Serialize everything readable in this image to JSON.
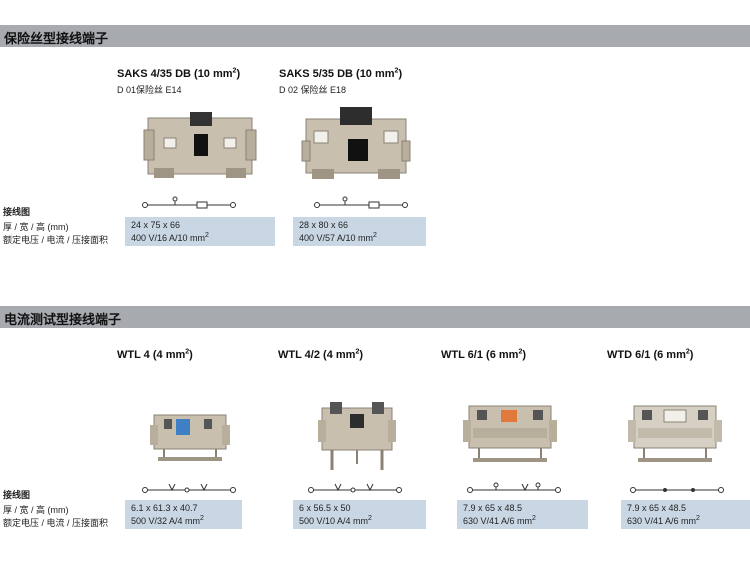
{
  "section1": {
    "title": "保险丝型接线端子",
    "products": [
      {
        "name": "SAKS 4/35 DB (10 mm",
        "sup": "2",
        "name_end": ")",
        "sub": "D 01保险丝 E14",
        "dims": "24 x 75 x 66",
        "rating": "400 V/16 A/10 mm",
        "rating_sup": "2"
      },
      {
        "name": "SAKS 5/35 DB (10 mm",
        "sup": "2",
        "name_end": ")",
        "sub": "D 02 保险丝 E18",
        "dims": "28 x 80 x 66",
        "rating": "400 V/57 A/10 mm",
        "rating_sup": "2"
      }
    ]
  },
  "section2": {
    "title": "电流测试型接线端子",
    "products": [
      {
        "name": "WTL 4 (4 mm",
        "sup": "2",
        "name_end": ")",
        "dims": "6.1 x 61.3 x 40.7",
        "rating": "500 V/32 A/4 mm",
        "rating_sup": "2"
      },
      {
        "name": "WTL 4/2 (4 mm",
        "sup": "2",
        "name_end": ")",
        "dims": "6 x 56.5 x 50",
        "rating": "500 V/10 A/4 mm",
        "rating_sup": "2"
      },
      {
        "name": "WTL 6/1 (6 mm",
        "sup": "2",
        "name_end": ")",
        "dims": "7.9 x 65 x 48.5",
        "rating": "630 V/41 A/6 mm",
        "rating_sup": "2"
      },
      {
        "name": "WTD 6/1 (6 mm",
        "sup": "2",
        "name_end": ")",
        "dims": "7.9 x 65 x 48.5",
        "rating": "630 V/41 A/6 mm",
        "rating_sup": "2"
      }
    ]
  },
  "labels": {
    "wiring": "接线图",
    "dims": "厚 / 宽 / 高 (mm)",
    "rating": "额定电压 / 电流 / 压接面积"
  },
  "colors": {
    "section_bar": "#a7abb0",
    "spec_box": "#c9d7e4",
    "terminal_body": "#c9bfae",
    "accent_blue": "#3f7fc4",
    "accent_orange": "#e07a3c"
  }
}
